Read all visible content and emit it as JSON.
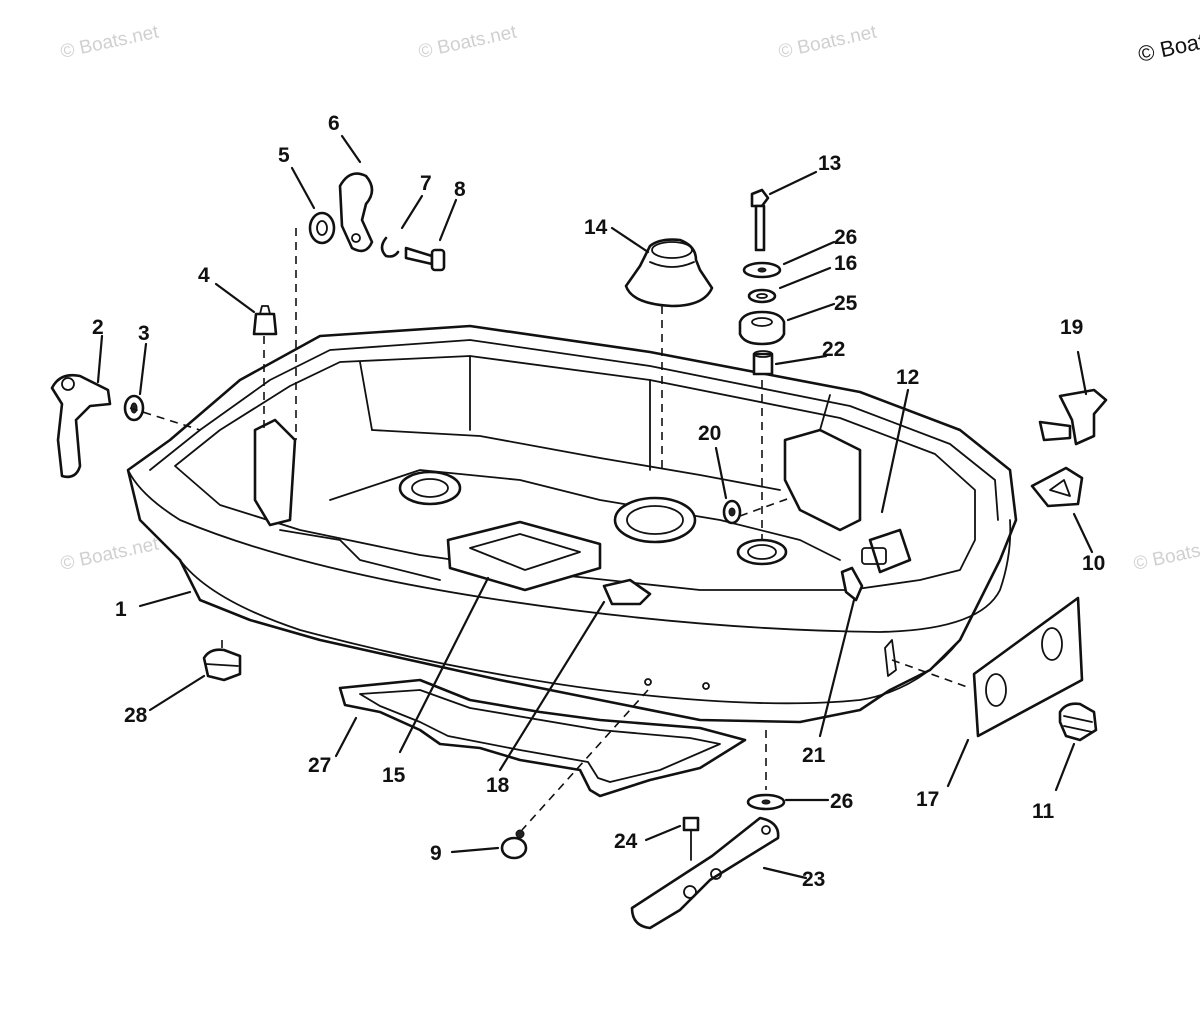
{
  "watermark": "© Boats.net",
  "copyright": "© Boats",
  "callouts": [
    "1",
    "2",
    "3",
    "4",
    "5",
    "6",
    "7",
    "8",
    "9",
    "10",
    "11",
    "12",
    "13",
    "14",
    "15",
    "16",
    "17",
    "18",
    "19",
    "20",
    "21",
    "22",
    "23",
    "24",
    "25",
    "26",
    "26",
    "27",
    "28"
  ]
}
